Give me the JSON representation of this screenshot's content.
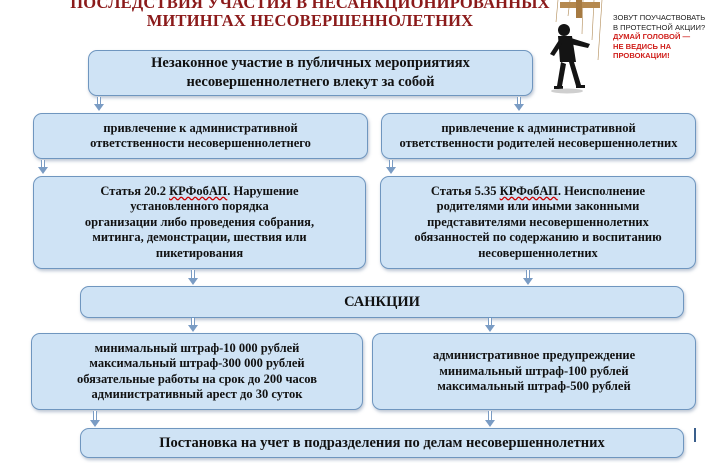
{
  "header": {
    "title_line1": "ПОСЛЕДСТВИЯ УЧАСТИЯ В НЕСАНКЦИОНИРОВАННЫХ",
    "title_line2": "МИТИНГАХ НЕСОВЕРШЕННОЛЕТНИХ"
  },
  "banner": {
    "line1": "ЗОВУТ ПОУЧАСТВОВАТЬ",
    "line2": "В ПРОТЕСТНОЙ АКЦИИ?",
    "line3": "ДУМАЙ ГОЛОВОЙ —",
    "line4": "НЕ ВЕДИСЬ НА ПРОВОКАЦИИ!"
  },
  "top_box": {
    "line1": "Незаконное участие в публичных мероприятиях",
    "line2": "несовершеннолетнего влекут за собой"
  },
  "left_branch": {
    "liability_line1": "привлечение к административной",
    "liability_line2": "ответственности несовершеннолетнего",
    "article_ref": "Статья 20.2 КРФобАП",
    "article_line1_rest": ". Нарушение",
    "article_line2": "установленного порядка",
    "article_line3": "организации либо проведения собрания,",
    "article_line4": "митинга, демонстрации, шествия или",
    "article_line5": "пикетирования"
  },
  "right_branch": {
    "liability_line1": "привлечение к административной",
    "liability_line2": "ответственности родителей несовершеннолетних",
    "article_prefix": "Статья 5.35 ",
    "article_code": "КРФобАП",
    "article_line1_rest": ". Неисполнение",
    "article_line2": "родителями или иными законными",
    "article_line3": "представителями несовершеннолетних",
    "article_line4": "обязанностей по содержанию и воспитанию",
    "article_line5": "несовершеннолетних"
  },
  "left_article_prefix": "Статья 20.2 ",
  "left_article_code": "КРФобАП",
  "sanctions": {
    "title": "САНКЦИИ",
    "minor_line1": "минимальный штраф-10 000 рублей",
    "minor_line2": "максимальный штраф-300 000 рублей",
    "minor_line3": "обязательные работы на срок до 200 часов",
    "minor_line4": "административный арест до 30 суток",
    "parent_line1": "административное предупреждение",
    "parent_line2": "минимальный штраф-100 рублей",
    "parent_line3": "максимальный штраф-500 рублей"
  },
  "bottom_box": {
    "text": "Постановка на учет в подразделения по делам несовершеннолетних"
  },
  "colors": {
    "box_fill": "#cfe3f5",
    "box_border": "#6f96bf",
    "title": "#8b1a1a",
    "banner_red": "#d0201c"
  },
  "icons": {
    "figure": "protester-puppet-icon"
  }
}
